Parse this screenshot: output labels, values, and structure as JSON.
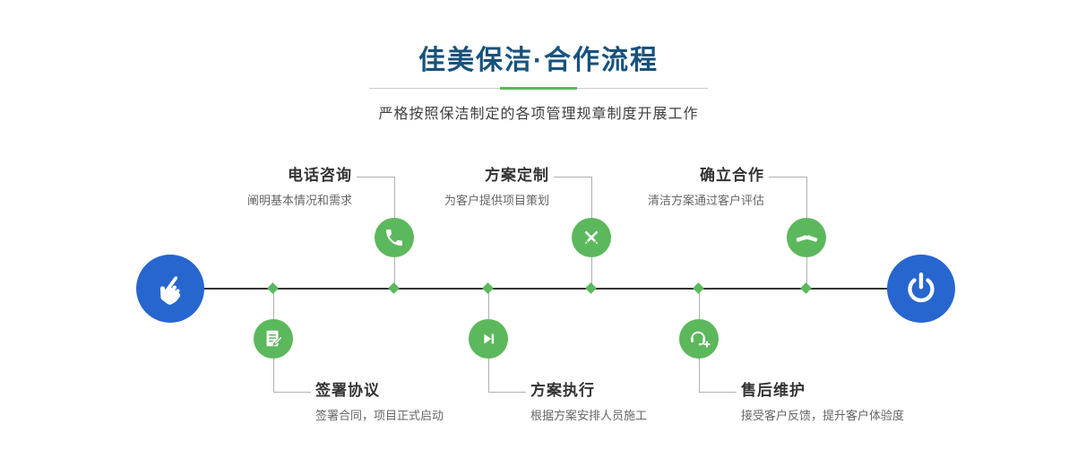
{
  "header": {
    "title": "佳美保洁·合作流程",
    "subtitle": "严格按照保洁制定的各项管理规章制度开展工作"
  },
  "timeline": {
    "start_icon": "hand-pointer-icon",
    "end_icon": "power-icon",
    "steps_top": [
      {
        "title": "电话咨询",
        "desc": "阐明基本情况和需求",
        "icon": "phone-icon"
      },
      {
        "title": "方案定制",
        "desc": "为客户提供项目策划",
        "icon": "pen-ruler-icon"
      },
      {
        "title": "确立合作",
        "desc": "清洁方案通过客户评估",
        "icon": "handshake-icon"
      }
    ],
    "steps_bottom": [
      {
        "title": "签署协议",
        "desc": "签署合同，项目正式启动",
        "icon": "contract-icon"
      },
      {
        "title": "方案执行",
        "desc": "根据方案安排人员施工",
        "icon": "play-icon"
      },
      {
        "title": "售后维护",
        "desc": "接受客户反馈，提升客户体验度",
        "icon": "headset-icon"
      }
    ]
  },
  "colors": {
    "title_blue": "#17527d",
    "accent_green": "#5cb85c",
    "node_blue": "#2766cf",
    "line_dark": "#333333",
    "connector_gray": "#b0b0b0"
  }
}
